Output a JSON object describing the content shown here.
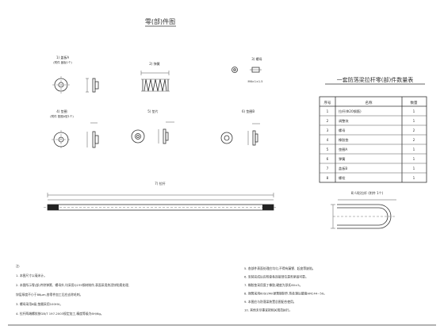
{
  "sheet_title": "零(部)件图",
  "parts": {
    "p1": {
      "label": "1) 盖板A",
      "sub": "(附件 盖板1个)"
    },
    "p2": {
      "label": "2) 弹簧"
    },
    "p3": {
      "label": "3) 螺母",
      "dim": "M6×1×1.5"
    },
    "p4": {
      "label": "4) 垫圈",
      "sub": "(附件 垫圈A型1个)"
    },
    "p5": {
      "label": "5) 垫片"
    },
    "p6": {
      "label": "6) 垫圈B"
    },
    "p7": {
      "label": "7) 拉杆"
    }
  },
  "bom": {
    "title": "一套防落梁拉杆零(部)件数量表",
    "headers": [
      "序号",
      "名称",
      "数量"
    ],
    "rows": [
      [
        "1",
        "拉杆(Φ20钢筋)",
        "1"
      ],
      [
        "2",
        "调整块",
        "1"
      ],
      [
        "3",
        "螺母",
        "2"
      ],
      [
        "4",
        "橡胶垫",
        "2"
      ],
      [
        "5",
        "垫圈A",
        "1"
      ],
      [
        "6",
        "弹簧",
        "1"
      ],
      [
        "7",
        "盖板B",
        "1"
      ],
      [
        "8",
        "螺栓",
        "1"
      ]
    ]
  },
  "detail": {
    "label": "8) U形拉杆 (附件 1个)"
  },
  "notes": {
    "left": [
      "注:",
      "1. 本图尺寸以毫米计。",
      "2. 本图所示零(部)件除弹簧、螺母外,均采用Q235钢材制作,表面采用热浸锌防腐处理,",
      "   锌层厚度不小于86μm,各零件加工后应去除毛刺。",
      "3. 螺母采用6级,垫圈采用100HV。",
      "4. 拉杆两端螺纹按GB/T 197-2003规定加工,精度等级为6H/6g。"
    ],
    "right": [
      "5. 各部件表面处理应均匀,不得有漏镀、起皮等缺陷。",
      "6. 安装完成后应检查各连接部位是否紧固可靠。",
      "7. 橡胶垫采用氯丁橡胶,硬度为邵氏60±5。",
      "8. 弹簧采用60Si2Mn弹簧钢制作,热处理后硬度HRC44~50。",
      "9. 本图应与防落梁装置总图配合使用。",
      "10. 其他未尽事宜按相关规范执行。"
    ]
  }
}
